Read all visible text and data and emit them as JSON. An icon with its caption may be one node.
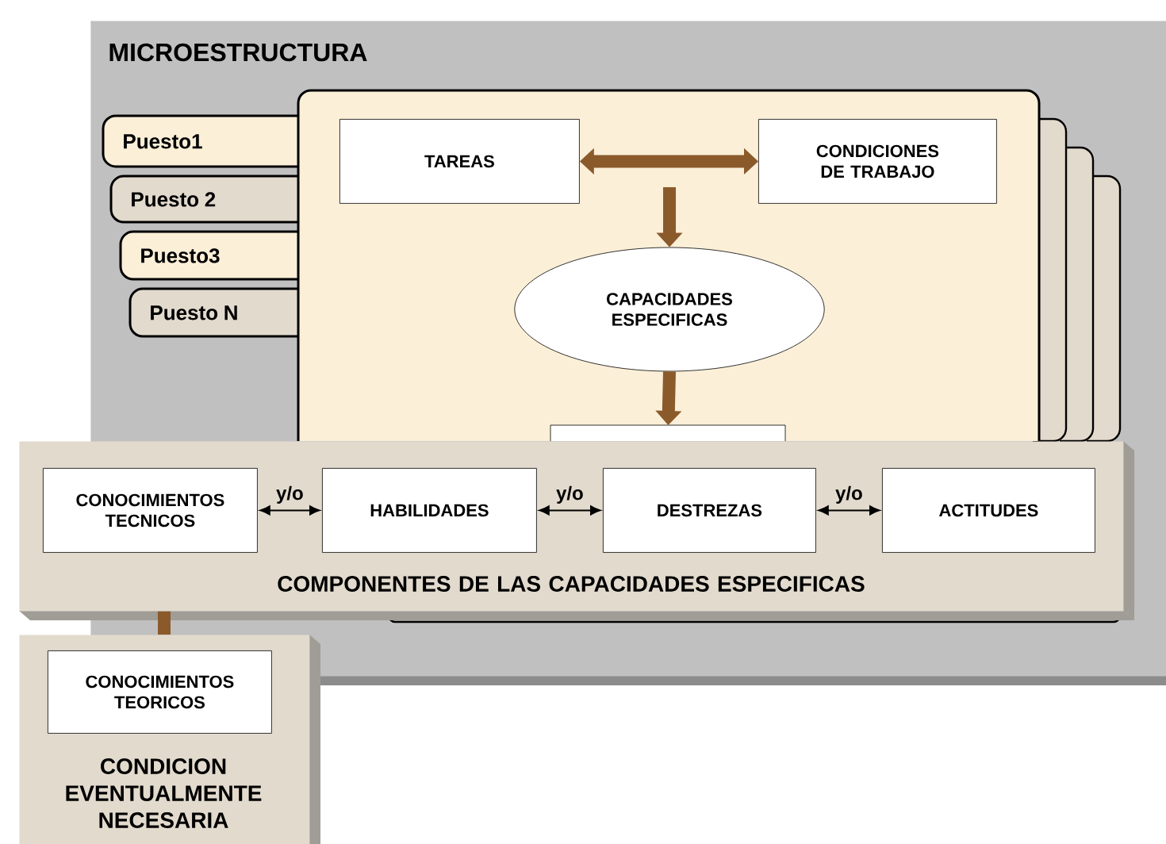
{
  "diagram": {
    "nodes": [
      {
        "text": [
          "MICROESTRUCTURA"
        ]
      },
      {
        "text": [
          "Puesto1"
        ],
        "in": 0
      },
      {
        "text": [
          "Puesto 2"
        ],
        "in": 0
      },
      {
        "text": [
          "Puesto3"
        ],
        "in": 0
      },
      {
        "text": [
          "Puesto N"
        ],
        "in": 0
      },
      {
        "text": [],
        "shape": "box",
        "in": 0
      },
      {
        "text": [
          "TAREAS"
        ],
        "in": 5
      },
      {
        "text": [
          "CONDICIONES DE TRABAJO"
        ],
        "in": 5
      },
      {
        "text": [
          "CAPACIDADES ESPECIFICAS"
        ],
        "in": 5
      },
      {
        "text": [],
        "shape": "box",
        "in": 5
      },
      {
        "text": [
          "COMPONENTES DE LAS CAPACIDADES ESPECIFICAS"
        ]
      },
      {
        "text": [
          "CONOCIMIENTOS TECNICOS"
        ],
        "in": 10
      },
      {
        "text": [
          "HABILIDADES"
        ],
        "in": 10
      },
      {
        "text": [
          "DESTREZAS"
        ],
        "in": 10
      },
      {
        "text": [
          "ACTITUDES"
        ],
        "in": 10
      },
      {
        "text": [
          "CONDICION EVENTUALMENTE NECESARIA"
        ]
      },
      {
        "text": [
          "CONOCIMIENTOS TEORICOS"
        ],
        "in": 15
      },
      {
        "text": [],
        "shape": "box",
        "in": 0
      },
      {
        "text": [],
        "shape": "box",
        "in": 0
      },
      {
        "text": [],
        "shape": "box",
        "in": 0
      }
    ],
    "edges": [
      {
        "from": 6,
        "to": 7,
        "arrow": "both"
      },
      {
        "from": null,
        "to": 8,
        "arrow": "to"
      },
      {
        "from": 8,
        "to": 9,
        "arrow": "to"
      },
      {
        "from": 11,
        "to": 12,
        "arrow": "both",
        "label": "y/o",
        "color": "#000000"
      },
      {
        "from": 12,
        "to": 13,
        "arrow": "both",
        "label": "y/o",
        "color": "#000000"
      },
      {
        "from": 13,
        "to": 14,
        "arrow": "both",
        "label": "y/o",
        "color": "#000000"
      },
      {
        "from": 10,
        "to": 15,
        "arrow": "none"
      }
    ]
  }
}
